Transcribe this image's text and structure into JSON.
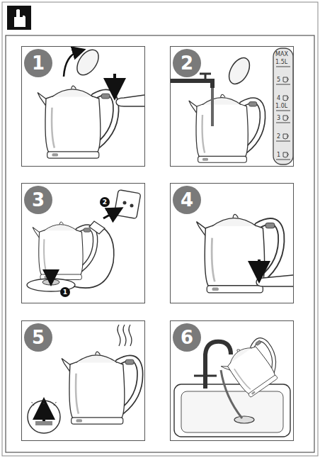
{
  "diagram": {
    "nodes": [
      {
        "text": [
          "1"
        ]
      },
      {
        "text": [
          "2"
        ]
      },
      {
        "text": [
          "3"
        ]
      },
      {
        "text": [
          "4"
        ]
      },
      {
        "text": [
          "5"
        ]
      },
      {
        "text": [
          "6"
        ]
      }
    ],
    "labels": [
      "MAX",
      "1.5L",
      "5",
      "4",
      "1.0L",
      "3",
      "2",
      "1",
      "1",
      "2"
    ]
  }
}
